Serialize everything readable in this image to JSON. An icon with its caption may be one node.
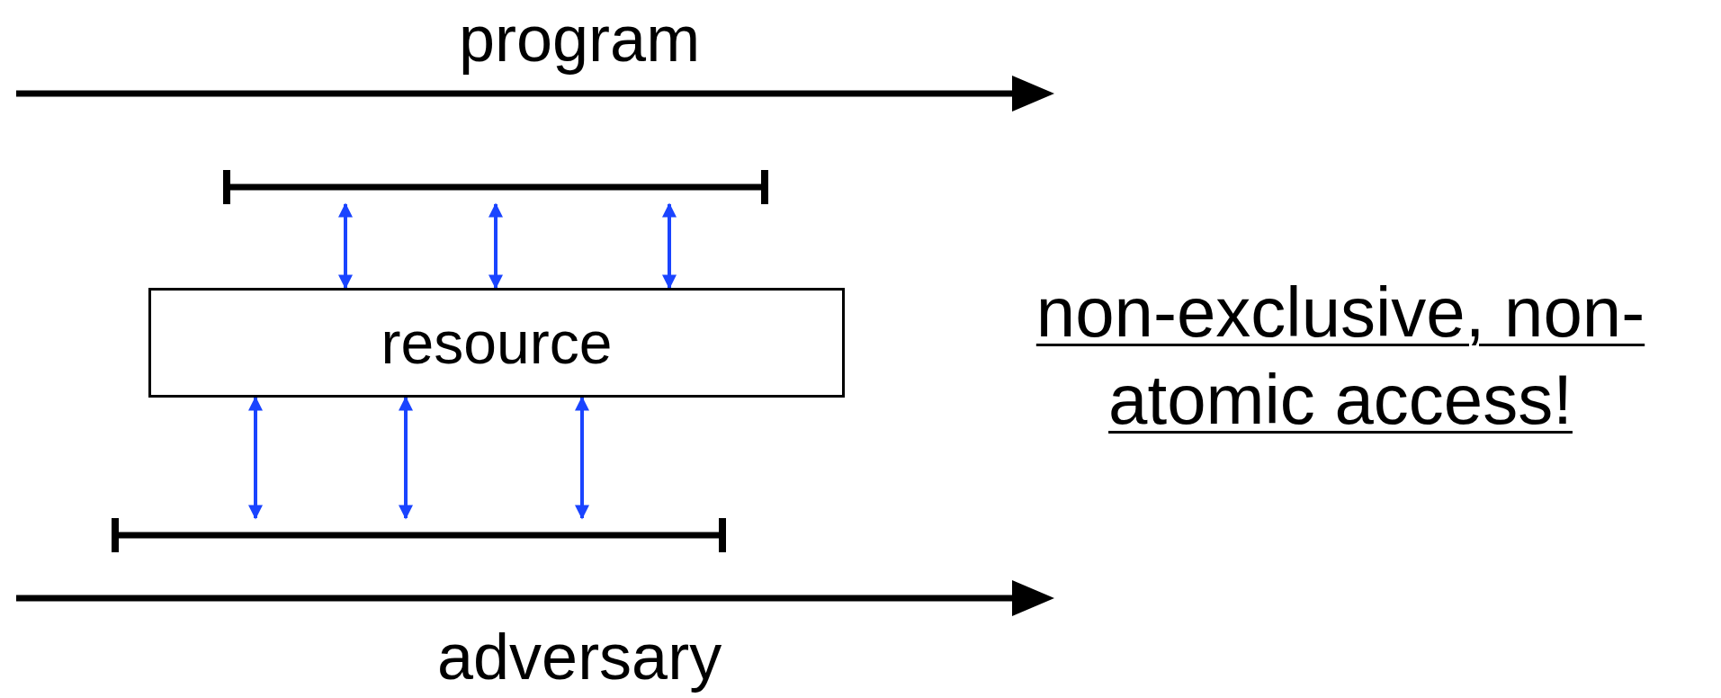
{
  "diagram": {
    "nodes": [
      {
        "text": [],
        "shape": "bar"
      },
      {
        "text": [
          "resource"
        ]
      },
      {
        "text": [],
        "shape": "bar"
      }
    ],
    "edges": [
      {
        "from": 0,
        "to": 1,
        "arrow": "both",
        "color": "#1a44ff"
      },
      {
        "from": 0,
        "to": 1,
        "arrow": "both",
        "color": "#1a44ff"
      },
      {
        "from": 0,
        "to": 1,
        "arrow": "both",
        "color": "#1a44ff"
      },
      {
        "from": 1,
        "to": 2,
        "arrow": "both",
        "color": "#1a44ff"
      },
      {
        "from": 1,
        "to": 2,
        "arrow": "both",
        "color": "#1a44ff"
      },
      {
        "from": 1,
        "to": 2,
        "arrow": "both",
        "color": "#1a44ff"
      }
    ],
    "labels": [
      "program",
      "adversary",
      "non-exclusive, non-atomic access!"
    ]
  }
}
